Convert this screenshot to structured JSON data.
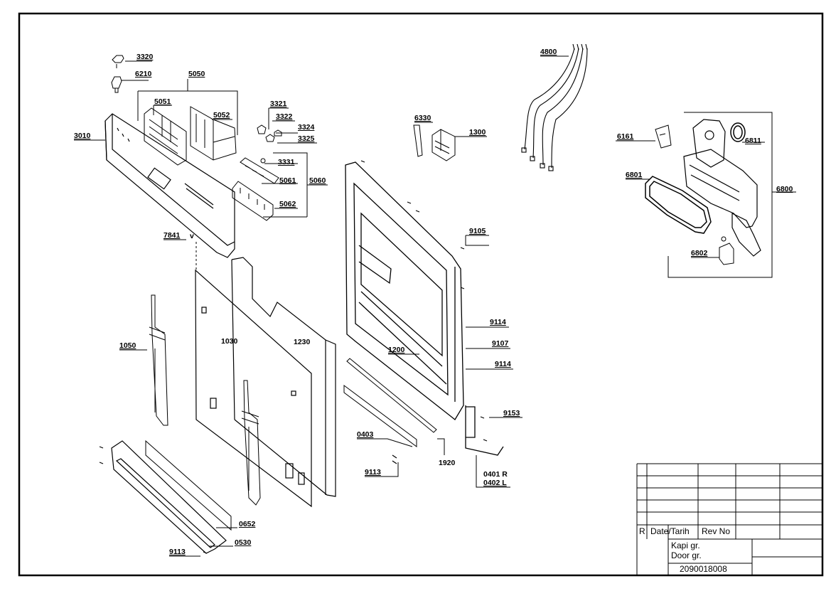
{
  "part_labels": {
    "p3320": "3320",
    "p6210": "6210",
    "p5050": "5050",
    "p5051": "5051",
    "p5052": "5052",
    "p3010": "3010",
    "p3321": "3321",
    "p3322": "3322",
    "p3324": "3324",
    "p3325": "3325",
    "p3331": "3331",
    "p5061": "5061",
    "p5060": "5060",
    "p5062": "5062",
    "p7841": "7841",
    "p7841v": "v",
    "p1050": "1050",
    "p1030": "1030",
    "p1230": "1230",
    "p0652": "0652",
    "p0530": "0530",
    "p9113a": "9113",
    "p6330": "6330",
    "p1300": "1300",
    "p4800": "4800",
    "p9105": "9105",
    "p9114a": "9114",
    "p9107": "9107",
    "p9114b": "9114",
    "p1200": "1200",
    "p9153": "9153",
    "p0403": "0403",
    "p1920": "1920",
    "p9113b": "9113",
    "p0401": "0401 R",
    "p0402": "0402 L",
    "p6161": "6161",
    "p6811": "6811",
    "p6801": "6801",
    "p6800": "6800",
    "p6802": "6802"
  },
  "title_block": {
    "row_marker": "R",
    "date_header": "Date/Tarih",
    "rev_header": "Rev No",
    "title_tr": "Kapi gr.",
    "title_en": "Door gr.",
    "drawing_number": "2090018008"
  }
}
